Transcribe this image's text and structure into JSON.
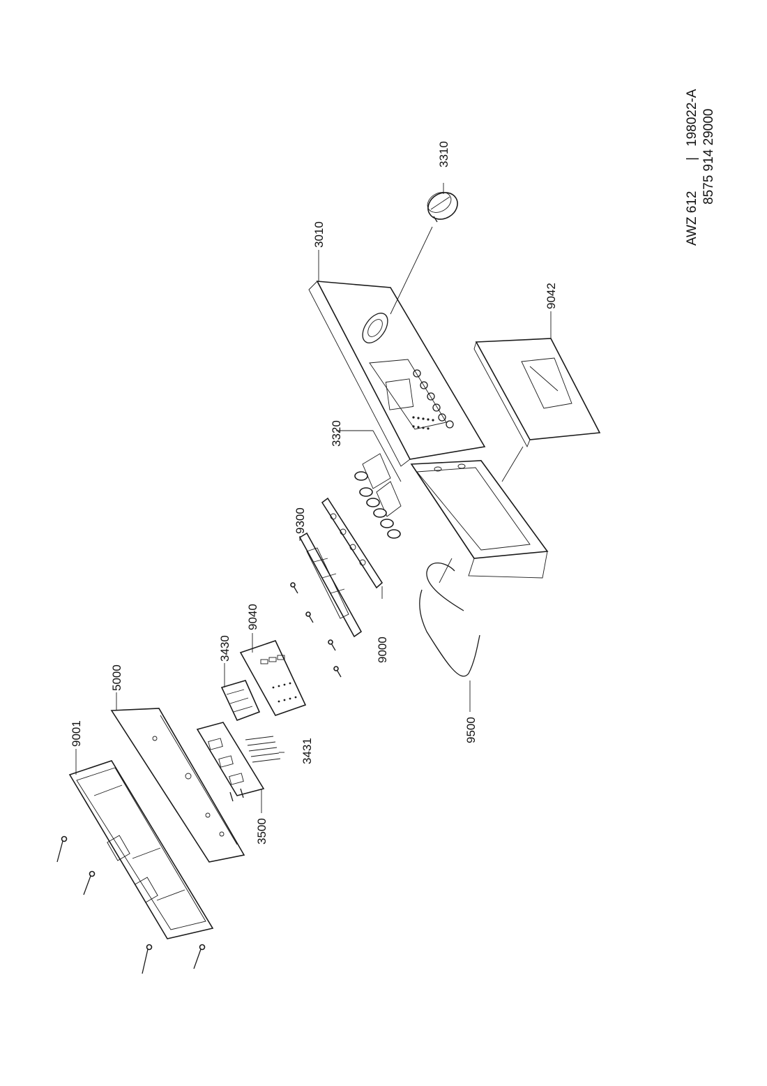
{
  "title_block": {
    "model": "AWZ 612",
    "separator": "|",
    "doc_number": "198022-A",
    "part_number": "8575 914 29000"
  },
  "parts": [
    {
      "id": "p3010",
      "label": "3010"
    },
    {
      "id": "p3310",
      "label": "3310"
    },
    {
      "id": "p9042",
      "label": "9042"
    },
    {
      "id": "p3320",
      "label": "3320"
    },
    {
      "id": "p9300",
      "label": "9300"
    },
    {
      "id": "p9000",
      "label": "9000"
    },
    {
      "id": "p9040",
      "label": "9040"
    },
    {
      "id": "p3430",
      "label": "3430"
    },
    {
      "id": "p5000",
      "label": "5000"
    },
    {
      "id": "p9001",
      "label": "9001"
    },
    {
      "id": "p3431",
      "label": "3431"
    },
    {
      "id": "p3500",
      "label": "3500"
    },
    {
      "id": "p9500",
      "label": "9500"
    }
  ]
}
